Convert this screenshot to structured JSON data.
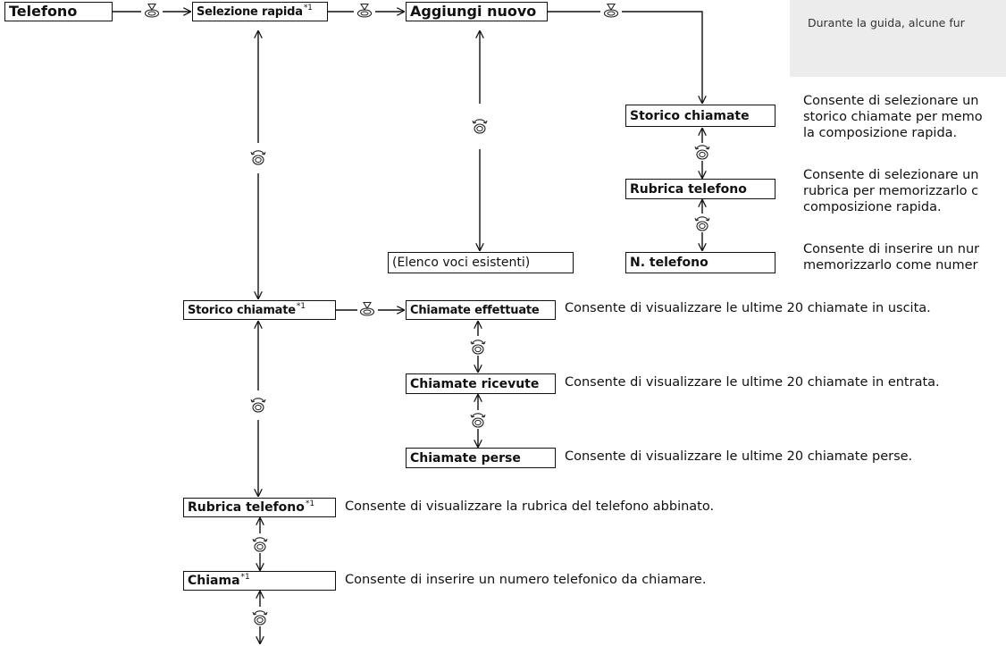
{
  "note": "Durante la guida, alcune fur",
  "boxes": {
    "telefono": "Telefono",
    "selezione_rapida": "Selezione rapida",
    "aggiungi_nuovo": "Aggiungi nuovo",
    "storico_chiamate_right": "Storico chiamate",
    "rubrica_telefono_right": "Rubrica telefono",
    "n_telefono": "N. telefono",
    "elenco_voci": "(Elenco voci esistenti)",
    "storico_chiamate": "Storico chiamate",
    "chiamate_effettuate": "Chiamate effettuate",
    "chiamate_ricevute": "Chiamate ricevute",
    "chiamate_perse": "Chiamate perse",
    "rubrica_telefono": "Rubrica telefono",
    "chiama": "Chiama"
  },
  "footnote_mark": "*1",
  "descriptions": {
    "storico_chiamate_right": [
      "Consente di selezionare un",
      "storico chiamate per memo",
      "la composizione rapida."
    ],
    "rubrica_telefono_right": [
      "Consente di selezionare un",
      "rubrica per memorizzarlo c",
      "composizione rapida."
    ],
    "n_telefono": [
      "Consente di inserire un nur",
      "memorizzarlo come numer"
    ],
    "chiamate_effettuate": "Consente di visualizzare le ultime 20 chiamate in uscita.",
    "chiamate_ricevute": "Consente di visualizzare le ultime 20 chiamate in entrata.",
    "chiamate_perse": "Consente di visualizzare le ultime 20 chiamate perse.",
    "rubrica_telefono": "Consente di visualizzare la rubrica del telefono abbinato.",
    "chiama": "Consente di inserire un numero telefonico da chiamare."
  },
  "icons": {
    "press": "press-knob-icon",
    "rotate": "rotate-knob-icon"
  }
}
